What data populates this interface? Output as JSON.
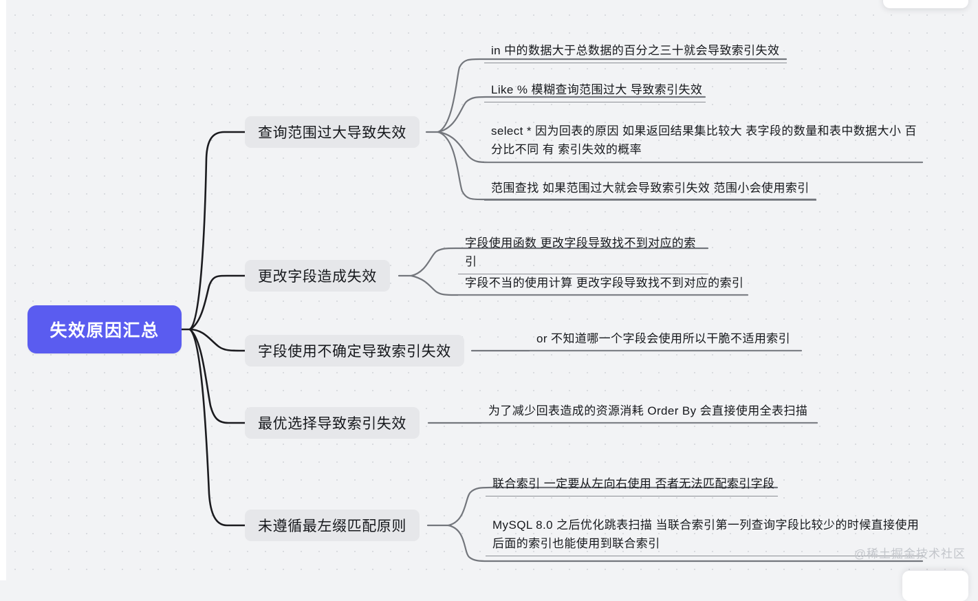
{
  "mindmap": {
    "root": {
      "label": "失效原因汇总",
      "color": "#5a5cf0",
      "text_color": "#ffffff"
    },
    "branches": [
      {
        "label": "查询范围过大导致失效",
        "leaves": [
          {
            "lines": [
              "in 中的数据大于总数据的百分之三十就会导致索引失效"
            ]
          },
          {
            "lines": [
              "Like % 模糊查询范围过大 导致索引失效"
            ]
          },
          {
            "lines": [
              "select * 因为回表的原因 如果返回结果集比较大 表字段的数量和表中数据大小 百",
              "分比不同 有 索引失效的概率"
            ]
          },
          {
            "lines": [
              "范围查找 如果范围过大就会导致索引失效 范围小会使用索引"
            ]
          }
        ]
      },
      {
        "label": "更改字段造成失效",
        "leaves": [
          {
            "lines": [
              "字段使用函数 更改字段导致找不到对应的索引"
            ]
          },
          {
            "lines": [
              "字段不当的使用计算 更改字段导致找不到对应的索引"
            ]
          }
        ]
      },
      {
        "label": "字段使用不确定导致索引失效",
        "leaves": [
          {
            "lines": [
              "or  不知道哪一个字段会使用所以干脆不适用索引"
            ]
          }
        ]
      },
      {
        "label": "最优选择导致索引失效",
        "leaves": [
          {
            "lines": [
              "为了减少回表造成的资源消耗 Order By 会直接使用全表扫描"
            ]
          }
        ]
      },
      {
        "label": "未遵循最左缀匹配原则",
        "leaves": [
          {
            "lines": [
              "联合索引 一定要从左向右使用 否者无法匹配索引字段"
            ]
          },
          {
            "lines": [
              "MySQL 8.0 之后优化跳表扫描  当联合索引第一列查询字段比较少的时候直接使用",
              "后面的索引也能使用到联合索引"
            ]
          }
        ]
      }
    ]
  },
  "toolbar": {
    "icons": [
      "help-circle-icon",
      "feedback-icon",
      "more-icon"
    ]
  },
  "watermark": {
    "text": "@稀土掘金技术社区"
  },
  "theme": {
    "background": "#f2f3f5",
    "branch_bg": "#e6e7ea",
    "main_link": "#1b1b1f",
    "sub_link": "#73767c",
    "text": "#16181c"
  }
}
